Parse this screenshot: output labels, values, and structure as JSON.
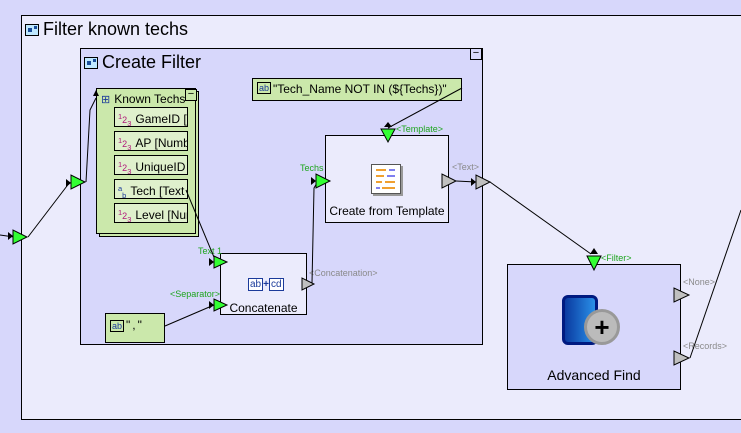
{
  "outer_group": {
    "title": "Filter known techs"
  },
  "inner_group": {
    "title": "Create Filter",
    "collapse_label": "−"
  },
  "known_techs": {
    "title": "Known Techs",
    "collapse_label": "−",
    "fields": [
      {
        "type_icon": "123",
        "label": "GameID [N"
      },
      {
        "type_icon": "123",
        "label": "AP [Numbe"
      },
      {
        "type_icon": "123",
        "label": "UniqueID ["
      },
      {
        "type_icon": "ab",
        "label": "Tech [Text"
      },
      {
        "type_icon": "123",
        "label": "Level [Num"
      }
    ]
  },
  "template_constant": {
    "value": "\"Tech_Name NOT IN (${Techs})\""
  },
  "separator_constant": {
    "value": "\",\""
  },
  "create_from_template": {
    "label": "Create from Template",
    "inputs": {
      "template": "<Template>",
      "techs": "Techs"
    },
    "outputs": {
      "text": "<Text>"
    }
  },
  "concatenate": {
    "label": "Concatenate",
    "icon_left": "ab",
    "icon_right": "cd",
    "inputs": {
      "text1": "Text 1",
      "separator": "<Separator>"
    },
    "outputs": {
      "concatenation": "<Concatenation>"
    }
  },
  "advanced_find": {
    "label": "Advanced Find",
    "inputs": {
      "filter": "<Filter>"
    },
    "outputs": {
      "none": "<None>",
      "records": "<Records>"
    }
  },
  "colors": {
    "canvas": "#d7d7fb",
    "outer_group_bg": "#ebebfc",
    "constant_bg": "#cbe8ab",
    "input_port": "#33ff33",
    "output_port": "#c0c0c0",
    "port_label_green": "#1fa51f",
    "port_label_gray": "#8a8a8a"
  }
}
